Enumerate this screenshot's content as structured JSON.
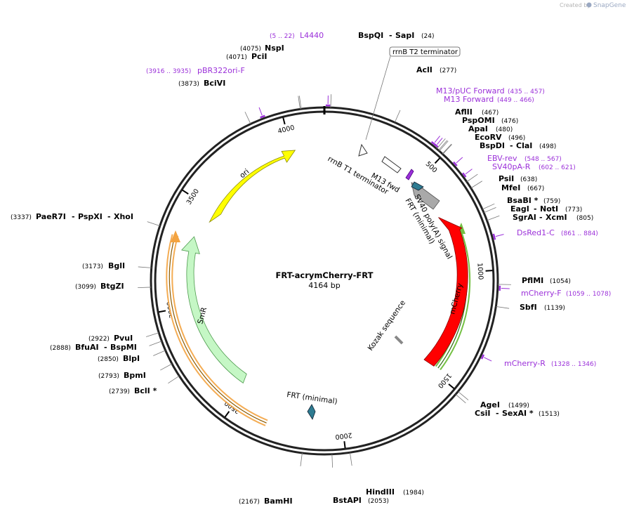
{
  "credit": {
    "prefix": "Created by",
    "brand": "SnapGene"
  },
  "plasmid": {
    "name": "FRT-acrymCherry-FRT",
    "size_label": "4164 bp",
    "length": 4164
  },
  "ticks": [
    {
      "pos": 500,
      "label": "500"
    },
    {
      "pos": 1000,
      "label": "1000"
    },
    {
      "pos": 1500,
      "label": "1500"
    },
    {
      "pos": 2000,
      "label": "2000"
    },
    {
      "pos": 2500,
      "label": "2500"
    },
    {
      "pos": 3000,
      "label": "3000"
    },
    {
      "pos": 3500,
      "label": "3500"
    },
    {
      "pos": 4000,
      "label": "4000"
    }
  ],
  "enzymes_right": [
    {
      "names": [
        "BspQI",
        "SapI"
      ],
      "pos": "(24)",
      "site": 24
    },
    {
      "names": [
        "AclI"
      ],
      "pos": "(277)",
      "site": 277
    },
    {
      "names": [
        "AflII"
      ],
      "pos": "(467)",
      "site": 467
    },
    {
      "names": [
        "PspOMI"
      ],
      "pos": "(476)",
      "site": 476
    },
    {
      "names": [
        "ApaI"
      ],
      "pos": "(480)",
      "site": 480
    },
    {
      "names": [
        "EcoRV"
      ],
      "pos": "(496)",
      "site": 496
    },
    {
      "names": [
        "BspDI",
        "ClaI"
      ],
      "pos": "(498)",
      "site": 498
    },
    {
      "names": [
        "PsiI"
      ],
      "pos": "(638)",
      "site": 638
    },
    {
      "names": [
        "MfeI"
      ],
      "pos": "(667)",
      "site": 667
    },
    {
      "names": [
        "BsaBI *"
      ],
      "pos": "(759)",
      "site": 759
    },
    {
      "names": [
        "EagI",
        "NotI"
      ],
      "pos": "(773)",
      "site": 773
    },
    {
      "names": [
        "SgrAI",
        "XcmI"
      ],
      "pos": "(805)",
      "site": 805
    },
    {
      "names": [
        "PflMI"
      ],
      "pos": "(1054)",
      "site": 1054
    },
    {
      "names": [
        "SbfI"
      ],
      "pos": "(1139)",
      "site": 1139
    },
    {
      "names": [
        "AgeI"
      ],
      "pos": "(1499)",
      "site": 1499
    },
    {
      "names": [
        "CsiI",
        "SexAI *"
      ],
      "pos": "(1513)",
      "site": 1513
    },
    {
      "names": [
        "HindIII"
      ],
      "pos": "(1984)",
      "site": 1984
    },
    {
      "names": [
        "BstAPI"
      ],
      "pos": "(2053)",
      "site": 2053
    }
  ],
  "enzymes_left": [
    {
      "names": [
        "NspI"
      ],
      "pos": "(4075)",
      "site": 4075
    },
    {
      "names": [
        "PciI"
      ],
      "pos": "(4071)",
      "site": 4071
    },
    {
      "names": [
        "BciVI"
      ],
      "pos": "(3873)",
      "site": 3873
    },
    {
      "names": [
        "PaeR7I",
        "PspXI",
        "XhoI"
      ],
      "pos": "(3337)",
      "site": 3337
    },
    {
      "names": [
        "BglI"
      ],
      "pos": "(3173)",
      "site": 3173
    },
    {
      "names": [
        "BtgZI"
      ],
      "pos": "(3099)",
      "site": 3099
    },
    {
      "names": [
        "PvuI"
      ],
      "pos": "(2922)",
      "site": 2922
    },
    {
      "names": [
        "BfuAI",
        "BspMI"
      ],
      "pos": "(2888)",
      "site": 2888
    },
    {
      "names": [
        "BlpI"
      ],
      "pos": "(2850)",
      "site": 2850
    },
    {
      "names": [
        "BpmI"
      ],
      "pos": "(2793)",
      "site": 2793
    },
    {
      "names": [
        "BclI *"
      ],
      "pos": "(2739)",
      "site": 2739
    },
    {
      "names": [
        "BamHI"
      ],
      "pos": "(2167)",
      "site": 2167
    }
  ],
  "primers": [
    {
      "name": "L4440",
      "range": "(5 .. 22)",
      "start": 5,
      "end": 22
    },
    {
      "name": "pBR322ori-F",
      "range": "(3916 .. 3935)",
      "start": 3916,
      "end": 3935
    },
    {
      "name": "M13/pUC Forward",
      "range": "(435 .. 457)",
      "start": 435,
      "end": 457
    },
    {
      "name": "M13 Forward",
      "range": "(449 .. 466)",
      "start": 449,
      "end": 466
    },
    {
      "name": "EBV-rev",
      "range": "(548 .. 567)",
      "start": 548,
      "end": 567
    },
    {
      "name": "SV40pA-R",
      "range": "(602 .. 621)",
      "start": 602,
      "end": 621
    },
    {
      "name": "DsRed1-C",
      "range": "(861 .. 884)",
      "start": 861,
      "end": 884
    },
    {
      "name": "mCherry-F",
      "range": "(1059 .. 1078)",
      "start": 1059,
      "end": 1078
    },
    {
      "name": "mCherry-R",
      "range": "(1328 .. 1346)",
      "start": 1328,
      "end": 1346
    }
  ],
  "features": [
    {
      "name": "rrnB T2 terminator",
      "color": "#ffffff"
    },
    {
      "name": "rrnB T1 terminator",
      "color": "#ffffff"
    },
    {
      "name": "M13 fwd",
      "color": "#9b30d9"
    },
    {
      "name": "FRT (minimal)",
      "color": "#2e7b91"
    },
    {
      "name": "SV40 poly(A) signal",
      "color": "#a9a9a9"
    },
    {
      "name": "mCherry",
      "color": "#ff0000"
    },
    {
      "name": "Kozak sequence",
      "color": "#cccccc"
    },
    {
      "name": "FRT (minimal)",
      "color": "#2e7b91"
    },
    {
      "name": "SmR",
      "color": "#c5f7c5"
    },
    {
      "name": "ori",
      "color": "#ffff00"
    }
  ],
  "colors": {
    "primer": "#9b30d9",
    "orf_outline_green": "#74c043",
    "orf_outline_orange": "#f3a340"
  }
}
